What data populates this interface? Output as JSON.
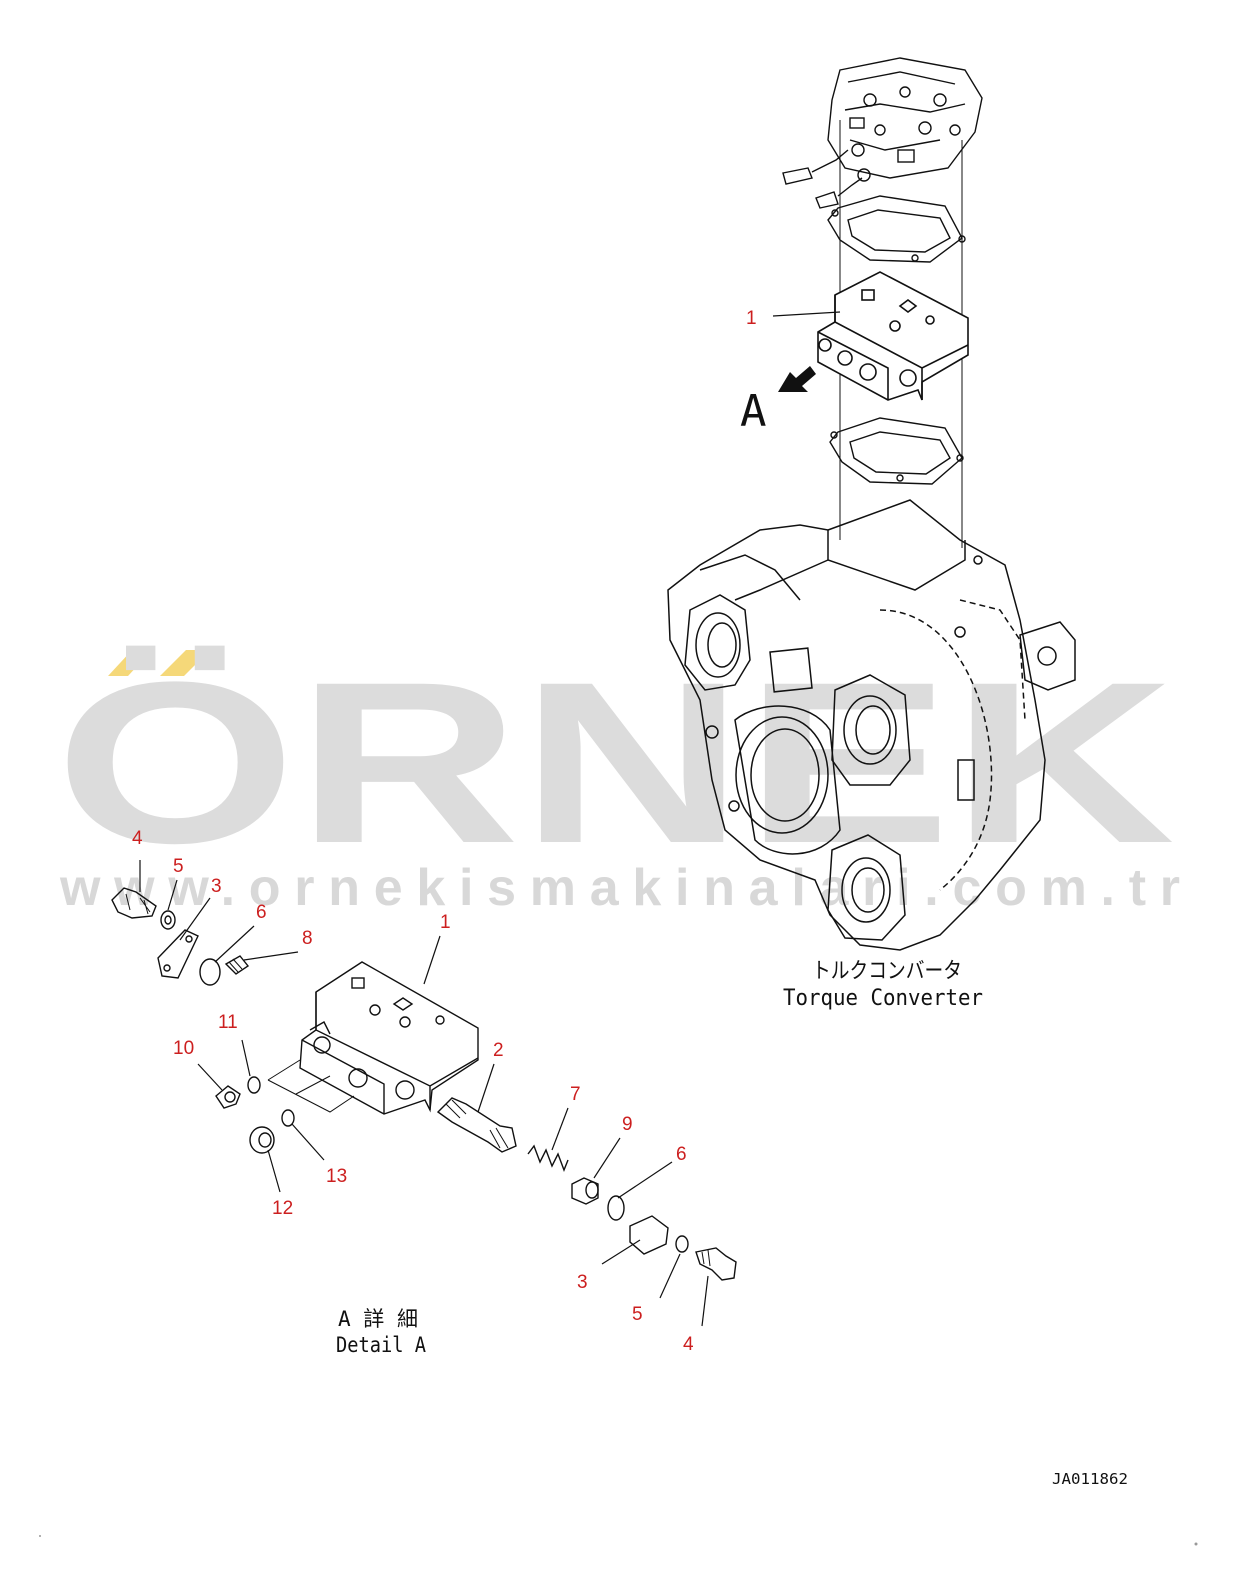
{
  "watermark": {
    "brand": "ÖRNEK",
    "url": "www.ornekismakinalari.com.tr",
    "accent_color": "#f5d879",
    "text_color": "#dcdcdc"
  },
  "labels": {
    "view_arrow": "A",
    "torque_jp": "トルクコンバータ",
    "torque_en": "Torque Converter",
    "detail_jp": "A 詳 細",
    "detail_en": "Detail A",
    "drawing_code": "JA011862"
  },
  "callouts": [
    {
      "id": "c1-main",
      "text": "1"
    },
    {
      "id": "c4-top",
      "text": "4"
    },
    {
      "id": "c5-top",
      "text": "5"
    },
    {
      "id": "c3-top",
      "text": "3"
    },
    {
      "id": "c6-top",
      "text": "6"
    },
    {
      "id": "c8",
      "text": "8"
    },
    {
      "id": "c1-detail",
      "text": "1"
    },
    {
      "id": "c11",
      "text": "11"
    },
    {
      "id": "c10",
      "text": "10"
    },
    {
      "id": "c2",
      "text": "2"
    },
    {
      "id": "c7",
      "text": "7"
    },
    {
      "id": "c9",
      "text": "9"
    },
    {
      "id": "c6-bottom",
      "text": "6"
    },
    {
      "id": "c13",
      "text": "13"
    },
    {
      "id": "c12",
      "text": "12"
    },
    {
      "id": "c3-bottom",
      "text": "3"
    },
    {
      "id": "c5-bottom",
      "text": "5"
    },
    {
      "id": "c4-bottom",
      "text": "4"
    }
  ]
}
